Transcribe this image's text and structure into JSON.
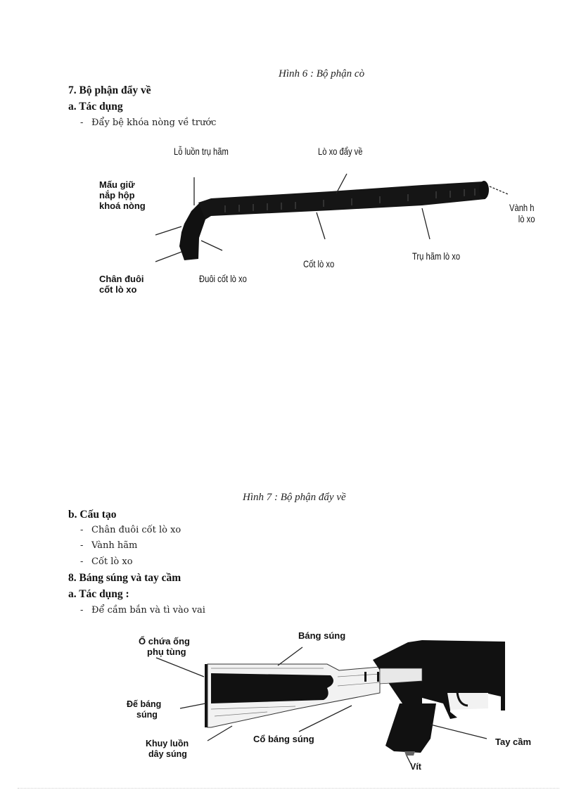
{
  "figure6": {
    "caption": "Hình 6 : Bộ phận cò"
  },
  "section7": {
    "title": "7. Bộ phận đẩy về",
    "a": {
      "title": "a. Tác dụng",
      "items": [
        "Đẩy bệ khóa nòng về trước"
      ]
    },
    "figure": {
      "labels": {
        "lo_luon": "Lỗ luồn trụ hãm",
        "lo_xo": "Lò xo đẩy về",
        "mau_giu": [
          "Mấu giữ",
          "nắp hộp",
          "khoá nòng"
        ],
        "vanh": [
          "Vành h",
          "lò xo"
        ],
        "cot_lo_xo": "Cốt lò xo",
        "tru_ham": "Trụ hãm lò xo",
        "duoi_cot": "Đuôi cốt lò xo",
        "chan_duoi": [
          "Chân đuôi",
          "cốt lò xo"
        ]
      },
      "caption": "Hình 7 : Bộ phận đẩy về"
    },
    "b": {
      "title": "b. Cấu tạo",
      "items": [
        "Chân đuôi cốt lò xo",
        "Vành hãm",
        "Cốt lò xo"
      ]
    }
  },
  "section8": {
    "title": "8. Báng súng và tay cầm",
    "a": {
      "title": "a. Tác dụng :",
      "items": [
        "Để cầm bắn và tì vào vai"
      ]
    },
    "figure": {
      "labels": {
        "o_chua": [
          "Ổ chứa  ống",
          "phụ tùng"
        ],
        "bang_sung": "Báng súng",
        "de_bang": [
          "Đế báng",
          "súng"
        ],
        "khuy_luon": [
          "Khuy luồn",
          "dây súng"
        ],
        "co_bang": "Cổ báng súng",
        "tay_cam": "Tay cầm",
        "vit": "Vít"
      }
    }
  },
  "dash": "-"
}
